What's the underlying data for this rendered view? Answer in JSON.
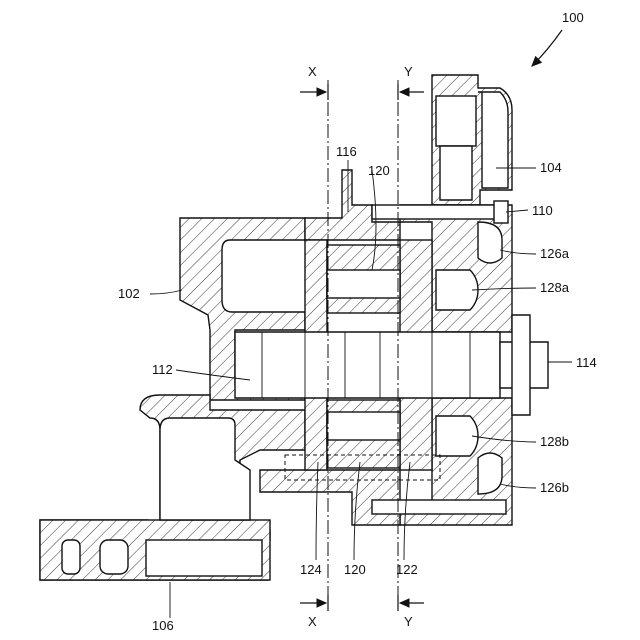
{
  "figure": {
    "assembly_ref": "100",
    "section_marks": {
      "x_top": "X",
      "y_top": "Y",
      "x_bottom": "X",
      "y_bottom": "Y"
    },
    "labels": {
      "l102": "102",
      "l104": "104",
      "l106": "106",
      "l110": "110",
      "l112": "112",
      "l114": "114",
      "l116": "116",
      "l120_top": "120",
      "l120_bottom": "120",
      "l122": "122",
      "l124": "124",
      "l126a": "126a",
      "l126b": "126b",
      "l128a": "128a",
      "l128b": "128b"
    }
  }
}
